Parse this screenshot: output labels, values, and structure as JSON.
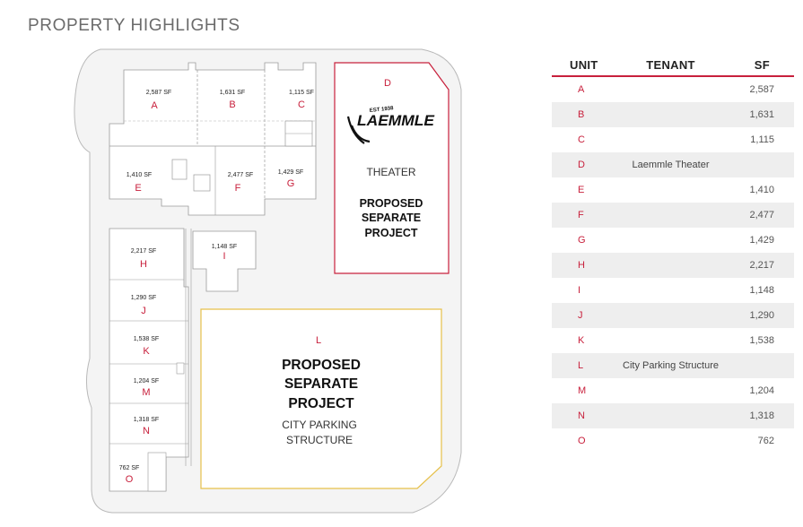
{
  "title": "PROPERTY HIGHLIGHTS",
  "units": [
    {
      "unit": "A",
      "sf_label": "2,587 SF"
    },
    {
      "unit": "B",
      "sf_label": "1,631 SF"
    },
    {
      "unit": "C",
      "sf_label": "1,115 SF"
    },
    {
      "unit": "E",
      "sf_label": "1,410 SF"
    },
    {
      "unit": "F",
      "sf_label": "2,477 SF"
    },
    {
      "unit": "G",
      "sf_label": "1,429 SF"
    },
    {
      "unit": "H",
      "sf_label": "2,217 SF"
    },
    {
      "unit": "I",
      "sf_label": "1,148 SF"
    },
    {
      "unit": "J",
      "sf_label": "1,290 SF"
    },
    {
      "unit": "K",
      "sf_label": "1,538 SF"
    },
    {
      "unit": "M",
      "sf_label": "1,204 SF"
    },
    {
      "unit": "N",
      "sf_label": "1,318 SF"
    },
    {
      "unit": "O",
      "sf_label": "762 SF"
    }
  ],
  "theater": {
    "letter": "D",
    "logo_est": "EST 1938",
    "logo_name": "LAEMMLE",
    "label": "THEATER",
    "project_lines": [
      "PROPOSED",
      "SEPARATE",
      "PROJECT"
    ]
  },
  "parking": {
    "letter": "L",
    "project_lines": [
      "PROPOSED",
      "SEPARATE",
      "PROJECT"
    ],
    "desc_lines": [
      "CITY PARKING",
      "STRUCTURE"
    ]
  },
  "table": {
    "headers": {
      "unit": "UNIT",
      "tenant": "TENANT",
      "sf": "SF"
    },
    "rows": [
      {
        "unit": "A",
        "tenant": "",
        "sf": "2,587"
      },
      {
        "unit": "B",
        "tenant": "",
        "sf": "1,631"
      },
      {
        "unit": "C",
        "tenant": "",
        "sf": "1,115"
      },
      {
        "unit": "D",
        "tenant": "Laemmle Theater",
        "sf": ""
      },
      {
        "unit": "E",
        "tenant": "",
        "sf": "1,410"
      },
      {
        "unit": "F",
        "tenant": "",
        "sf": "2,477"
      },
      {
        "unit": "G",
        "tenant": "",
        "sf": "1,429"
      },
      {
        "unit": "H",
        "tenant": "",
        "sf": "2,217"
      },
      {
        "unit": "I",
        "tenant": "",
        "sf": "1,148"
      },
      {
        "unit": "J",
        "tenant": "",
        "sf": "1,290"
      },
      {
        "unit": "K",
        "tenant": "",
        "sf": "1,538"
      },
      {
        "unit": "L",
        "tenant": "City Parking Structure",
        "sf": ""
      },
      {
        "unit": "M",
        "tenant": "",
        "sf": "1,204"
      },
      {
        "unit": "N",
        "tenant": "",
        "sf": "1,318"
      },
      {
        "unit": "O",
        "tenant": "",
        "sf": "762"
      }
    ]
  },
  "colors": {
    "accent": "#c8203c",
    "parking_outline": "#e6c04a",
    "row_alt": "#eeeeee"
  }
}
